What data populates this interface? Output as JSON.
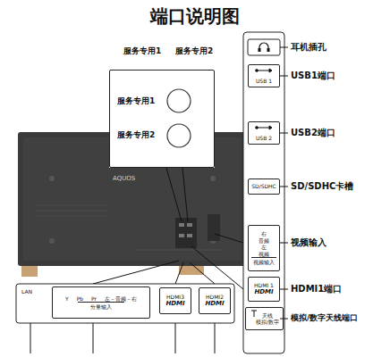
{
  "diagram": {
    "title": "端口说明图",
    "nodes": [
      {
        "text": [
          "服务专用1",
          "服务专用2"
        ]
      },
      {
        "text": [
          "USB 1"
        ]
      },
      {
        "text": [
          "USB 2"
        ]
      },
      {
        "text": [
          "SD/SDHC"
        ]
      },
      {
        "text": [
          "右",
          "音频",
          "左",
          "视频",
          "视频输入"
        ]
      },
      {
        "text": [
          "HDMI 1",
          "HDMI"
        ]
      },
      {
        "text": [
          "天线",
          "模拟/数字"
        ]
      },
      {
        "text": [
          "Y",
          "Pb",
          "Pr",
          "左－音频－右",
          "分量输入"
        ]
      },
      {
        "text": [
          "HDMI3",
          "HDMI"
        ]
      },
      {
        "text": [
          "HDMI2",
          "HDMI"
        ]
      }
    ],
    "labels": [
      "服务专用1",
      "服务专用2",
      "AQUOS",
      "耳机插孔",
      "USB1端口",
      "USB2端口",
      "SD/SDHC卡槽",
      "视频输入",
      "HDMI1端口",
      "模拟/数字天线端口",
      "LAN"
    ]
  }
}
